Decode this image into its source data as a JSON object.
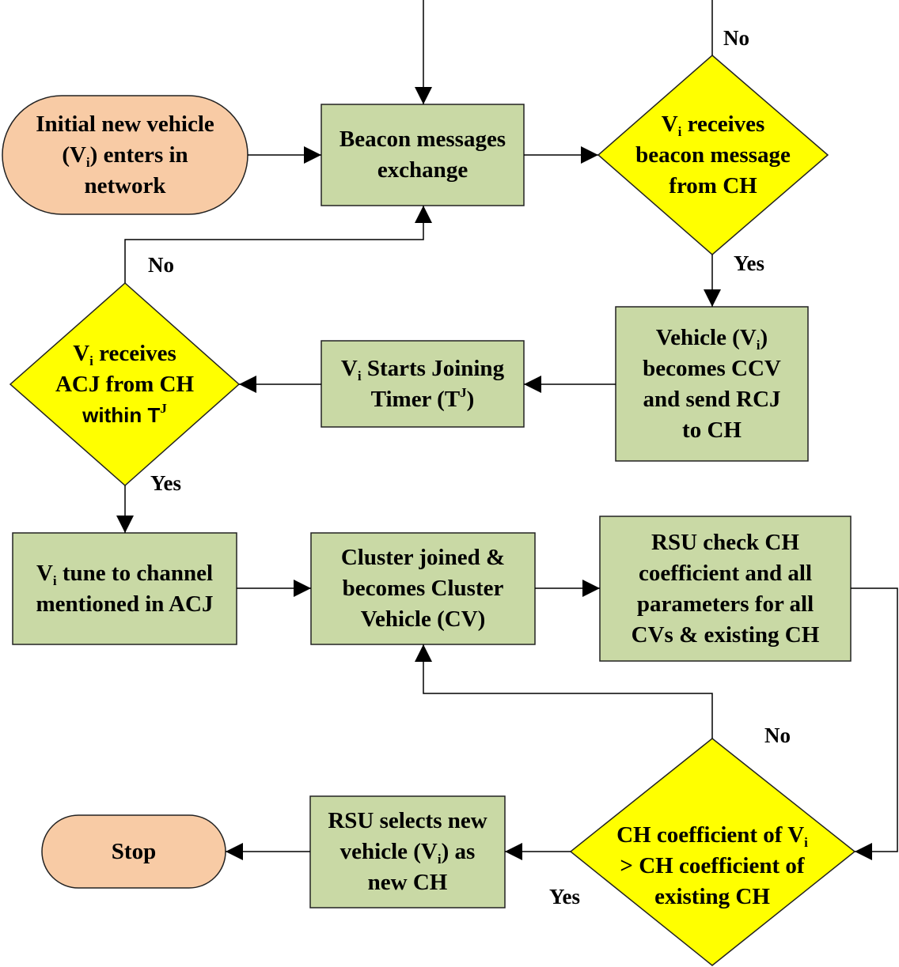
{
  "colors": {
    "terminal_fill": "#f8cba5",
    "process_fill": "#c9d9a5",
    "decision_fill": "#ffff00",
    "stroke": "#222222",
    "background": "#ffffff"
  },
  "nodes": {
    "start": {
      "lines": [
        [
          "Initial new vehicle"
        ],
        [
          "(V",
          {
            "sub": "i"
          },
          ") enters in"
        ],
        [
          "network"
        ]
      ]
    },
    "beacon_exchange": {
      "lines": [
        [
          "Beacon messages"
        ],
        [
          "exchange"
        ]
      ]
    },
    "receives_beacon": {
      "lines": [
        [
          "V",
          {
            "sub": "i"
          },
          " receives"
        ],
        [
          "beacon message"
        ],
        [
          "from CH"
        ]
      ]
    },
    "becomes_ccv": {
      "lines": [
        [
          "Vehicle (V",
          {
            "sub": "i"
          },
          ")"
        ],
        [
          "becomes CCV"
        ],
        [
          "and send RCJ"
        ],
        [
          "to CH"
        ]
      ]
    },
    "joining_timer": {
      "lines": [
        [
          "V",
          {
            "sub": "i"
          },
          " Starts Joining"
        ],
        [
          "Timer (T",
          {
            "sup": "J"
          },
          ")"
        ]
      ]
    },
    "receives_acj": {
      "lines": [
        [
          "V",
          {
            "sub": "i"
          },
          " receives"
        ],
        [
          "ACJ from CH"
        ],
        [
          {
            "sans": "within T"
          },
          {
            "sup": "J"
          }
        ]
      ]
    },
    "tune_channel": {
      "lines": [
        [
          "V",
          {
            "sub": "i"
          },
          " tune to channel"
        ],
        [
          "mentioned in ACJ"
        ]
      ]
    },
    "cluster_joined": {
      "lines": [
        [
          "Cluster joined &"
        ],
        [
          "becomes Cluster"
        ],
        [
          "Vehicle (CV)"
        ]
      ]
    },
    "rsu_check": {
      "lines": [
        [
          "RSU check CH"
        ],
        [
          "coefficient and all"
        ],
        [
          "parameters for all"
        ],
        [
          "CVs & existing CH"
        ]
      ]
    },
    "compare_coefficient": {
      "lines": [
        [
          "CH coefficient of V",
          {
            "sub": "i"
          }
        ],
        [
          "> CH coefficient of"
        ],
        [
          "existing CH"
        ]
      ]
    },
    "rsu_selects": {
      "lines": [
        [
          "RSU selects new"
        ],
        [
          "vehicle (V",
          {
            "sub": "i"
          },
          ") as"
        ],
        [
          "new CH"
        ]
      ]
    },
    "stop": {
      "lines": [
        [
          "Stop"
        ]
      ]
    }
  },
  "edge_labels": {
    "beacon_no": "No",
    "beacon_yes": "Yes",
    "acj_no": "No",
    "acj_yes": "Yes",
    "coefficient_no": "No",
    "coefficient_yes": "Yes"
  }
}
